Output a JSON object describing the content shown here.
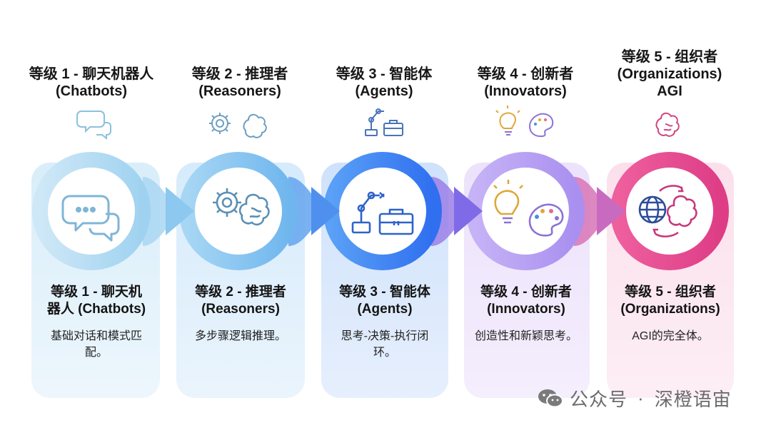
{
  "levels": [
    {
      "top_title_line1": "等级 1 - 聊天机器人",
      "top_title_line2": "(Chatbots)",
      "top_title_line3": "",
      "card_title_line1": "等级 1 - 聊天机",
      "card_title_line2": "器人 (Chatbots)",
      "card_desc": "基础对话和模式匹配。",
      "icons": [
        "chat-bubbles-icon"
      ],
      "color": "#8ecae6"
    },
    {
      "top_title_line1": "等级 2 - 推理者",
      "top_title_line2": "(Reasoners)",
      "top_title_line3": "",
      "card_title_line1": "等级 2 - 推理者",
      "card_title_line2": "(Reasoners)",
      "card_desc": "多步骤逻辑推理。",
      "icons": [
        "gear-icon",
        "brain-icon"
      ],
      "color": "#6bb8ea"
    },
    {
      "top_title_line1": "等级 3 - 智能体",
      "top_title_line2": "(Agents)",
      "top_title_line3": "",
      "card_title_line1": "等级 3 - 智能体",
      "card_title_line2": "(Agents)",
      "card_desc": "思考-决策-执行闭环。",
      "icons": [
        "robot-arm-icon",
        "toolbox-icon"
      ],
      "color": "#3f7ff0"
    },
    {
      "top_title_line1": "等级 4 - 创新者",
      "top_title_line2": "(Innovators)",
      "top_title_line3": "",
      "card_title_line1": "等级 4 - 创新者",
      "card_title_line2": "(Innovators)",
      "card_desc": "创造性和新颖思考。",
      "icons": [
        "lightbulb-icon",
        "palette-icon"
      ],
      "color": "#b79af2"
    },
    {
      "top_title_line1": "等级 5 - 组织者",
      "top_title_line2": "(Organizations)",
      "top_title_line3": "AGI",
      "card_title_line1": "等级 5 - 组织者",
      "card_title_line2": "(Organizations)",
      "card_desc": "AGI的完全体。",
      "icons": [
        "globe-icon",
        "brain-icon"
      ],
      "color": "#e84a8f"
    }
  ],
  "watermark": {
    "text_left": "公众号",
    "separator": "·",
    "text_right": "深橙语宙"
  }
}
